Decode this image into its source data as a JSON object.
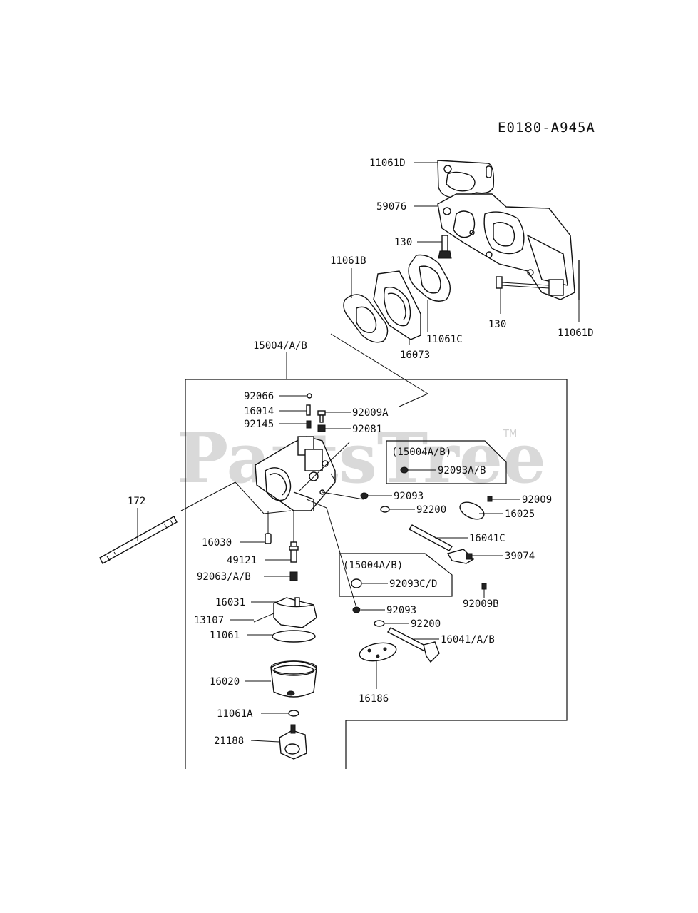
{
  "diagram_code": "E0180-A945A",
  "watermark": "PartsTree",
  "trademark": "TM",
  "subassembly_labels": [
    "(15004A/B)",
    "(15004A/B)"
  ],
  "parts": [
    {
      "id": "11061D-top",
      "label": "11061D"
    },
    {
      "id": "59076",
      "label": "59076"
    },
    {
      "id": "130-a",
      "label": "130"
    },
    {
      "id": "11061B",
      "label": "11061B"
    },
    {
      "id": "130-b",
      "label": "130"
    },
    {
      "id": "11061D-right",
      "label": "11061D"
    },
    {
      "id": "11061C",
      "label": "11061C"
    },
    {
      "id": "16073",
      "label": "16073"
    },
    {
      "id": "15004AB",
      "label": "15004/A/B"
    },
    {
      "id": "92066",
      "label": "92066"
    },
    {
      "id": "16014",
      "label": "16014"
    },
    {
      "id": "92009A",
      "label": "92009A"
    },
    {
      "id": "92145",
      "label": "92145"
    },
    {
      "id": "92081",
      "label": "92081"
    },
    {
      "id": "92093AB",
      "label": "92093A/B"
    },
    {
      "id": "172",
      "label": "172"
    },
    {
      "id": "92093-a",
      "label": "92093"
    },
    {
      "id": "92009",
      "label": "92009"
    },
    {
      "id": "92200-a",
      "label": "92200"
    },
    {
      "id": "16025",
      "label": "16025"
    },
    {
      "id": "16030",
      "label": "16030"
    },
    {
      "id": "16041C",
      "label": "16041C"
    },
    {
      "id": "39074",
      "label": "39074"
    },
    {
      "id": "49121",
      "label": "49121"
    },
    {
      "id": "92063AB",
      "label": "92063/A/B"
    },
    {
      "id": "92093CD",
      "label": "92093C/D"
    },
    {
      "id": "92009B",
      "label": "92009B"
    },
    {
      "id": "16031",
      "label": "16031"
    },
    {
      "id": "92093-b",
      "label": "92093"
    },
    {
      "id": "13107",
      "label": "13107"
    },
    {
      "id": "92200-b",
      "label": "92200"
    },
    {
      "id": "11061",
      "label": "11061"
    },
    {
      "id": "16041AB",
      "label": "16041/A/B"
    },
    {
      "id": "16020",
      "label": "16020"
    },
    {
      "id": "16186",
      "label": "16186"
    },
    {
      "id": "11061A",
      "label": "11061A"
    },
    {
      "id": "21188",
      "label": "21188"
    }
  ]
}
